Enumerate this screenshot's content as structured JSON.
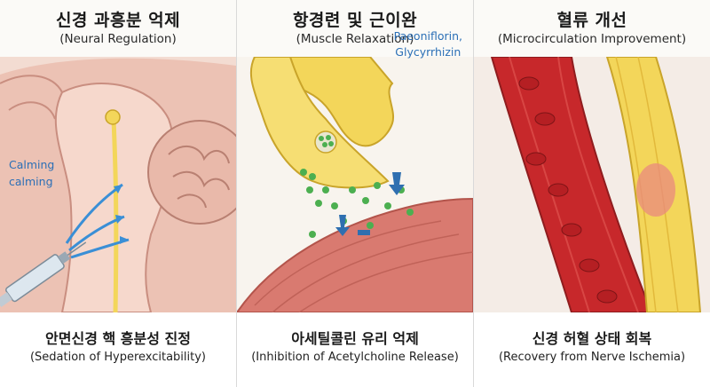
{
  "panels": [
    {
      "title_ko": "신경 과흥분 억제",
      "title_en": "(Neural Regulation)",
      "labels": [
        "Calming",
        "calming"
      ],
      "caption_ko": "안면신경 핵 흥분성 진정",
      "caption_en": "(Sedation of Hyperexcitability)"
    },
    {
      "title_ko": "항경련 및 근이완",
      "title_en": "(Muscle Relaxation)",
      "labels": [
        "Paeoniflorin,",
        "Glycyrrhizin"
      ],
      "caption_ko": "아세틸콜린 유리 억제",
      "caption_en": "(Inhibition of Acetylcholine Release)"
    },
    {
      "title_ko": "혈류 개선",
      "title_en": "(Microcirculation Improvement)",
      "caption_ko": "신경 허혈 상태 회복",
      "caption_en": "(Recovery from Nerve Ischemia)"
    }
  ],
  "colors": {
    "tissue_pink": "#f2c9bd",
    "nerve_yellow": "#f3d65a",
    "arrow_blue": "#3a8fd6",
    "vesicle_green": "#4caf50",
    "receptor_blue": "#2f6fb0",
    "muscle_red": "#d97a70",
    "blood_red": "#c7282b",
    "vessel_outer": "#b83a36"
  },
  "icons": [
    "syringe-icon",
    "calming-arrow-icon",
    "receptor-icon",
    "red-blood-cell-icon"
  ]
}
